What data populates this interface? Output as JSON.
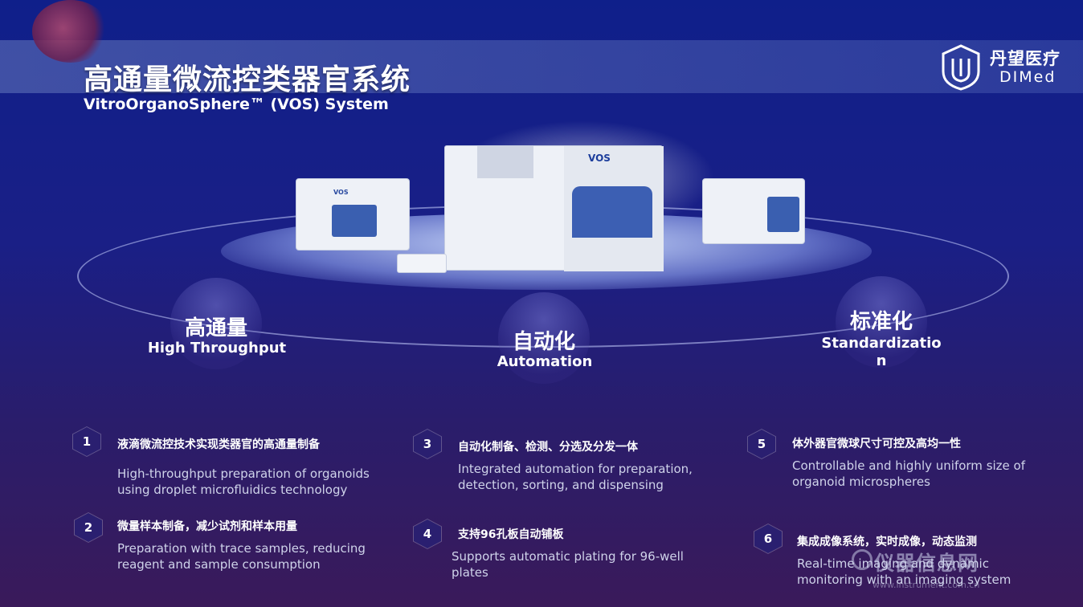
{
  "header": {
    "title_zh": "高通量微流控类器官系统",
    "title_en": "VitroOrganoSphere™ (VOS) System"
  },
  "logo": {
    "name_zh": "丹望医疗",
    "name_en": "DIMed",
    "icon": "shield-logo-icon"
  },
  "machines": {
    "center_label": "VOS"
  },
  "pillars": [
    {
      "zh": "高通量",
      "en": "High Throughput"
    },
    {
      "zh": "自动化",
      "en": "Automation"
    },
    {
      "zh": "标准化",
      "en": "Standardizatio\nn"
    }
  ],
  "features": [
    {
      "num": "1",
      "zh": "液滴微流控技术实现类器官的高通量制备",
      "en": "High-throughput preparation of organoids using droplet microfluidics technology"
    },
    {
      "num": "2",
      "zh": "微量样本制备，减少试剂和样本用量",
      "en": "Preparation with trace samples, reducing reagent and sample consumption"
    },
    {
      "num": "3",
      "zh": "自动化制备、检测、分选及分发一体",
      "en": "Integrated automation for preparation, detection, sorting, and dispensing"
    },
    {
      "num": "4",
      "zh": "支持96孔板自动铺板",
      "en": "Supports automatic plating for 96-well plates"
    },
    {
      "num": "5",
      "zh": "体外器官微球尺寸可控及高均一性",
      "en": "Controllable and highly uniform size of organoid microspheres"
    },
    {
      "num": "6",
      "zh": "集成成像系统，实时成像，动态监测",
      "en": "Real-time imaging and dynamic monitoring with an imaging system"
    }
  ],
  "watermark": {
    "text": "仪器信息网",
    "sub": "www.instrument.com.cn"
  }
}
